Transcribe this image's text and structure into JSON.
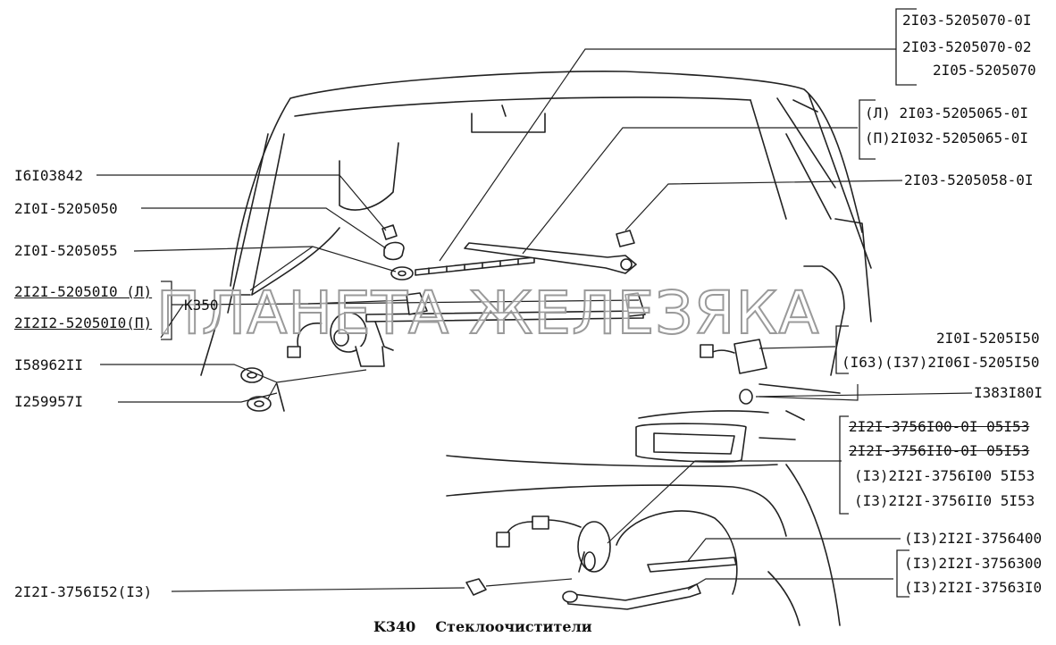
{
  "diagram": {
    "caption_code": "K340",
    "caption_title": "Стеклоочистители",
    "watermark": "ПЛАНЕТА ЖЕЛЕЗЯКА",
    "sublabel_k350": "K350",
    "callouts": {
      "wiper_blade": [
        "2I03-5205070-0I",
        "2I03-5205070-02",
        "2I05-5205070"
      ],
      "wiper_arm": [
        "(Л) 2I03-5205065-0I",
        "(П)2I032-5205065-0I"
      ],
      "arm_cap": "2I03-5205058-0I",
      "nut_left": "I6I03842",
      "bushing_left": "2I0I-5205050",
      "washer_left": "2I0I-5205055",
      "linkage": [
        "2I2I-52050I0 (Л)",
        "2I2I2-52050I0(П)"
      ],
      "bolt": "I58962II",
      "lock_washer": "I259957I",
      "motor_right": [
        "2I0I-5205I50",
        "(I63)(I37)2I06I-5205I50"
      ],
      "nut_right": "I383I80I",
      "rear_wiper_assembly": [
        "2I2I-3756I00-0I 05I53",
        "2I2I-3756II0-0I 05I53",
        "(I3)2I2I-3756I00 5I53",
        "(I3)2I2I-3756II0 5I53"
      ],
      "rear_blade": "(I3)2I2I-3756400",
      "rear_arm": [
        "(I3)2I2I-3756300",
        "(I3)2I2I-37563I0"
      ],
      "rear_nut": "2I2I-3756I52(I3)"
    }
  }
}
